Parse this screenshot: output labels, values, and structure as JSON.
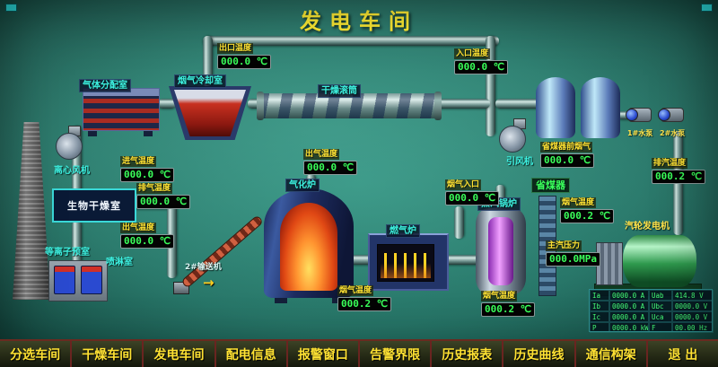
{
  "title": "发电车间",
  "labels": {
    "gas_distribution": "气体分配室",
    "cooling_room": "烟气冷却室",
    "drying_drum": "干燥滚筒",
    "centrifugal_fan": "离心风机",
    "bio_drying_room": "生物干燥室",
    "plasma_room": "等离子预室",
    "spray_room": "喷淋室",
    "conveyor": "2#输送机",
    "gasifier": "气化炉",
    "gas_furnace": "燃气炉",
    "steam_boiler": "蒸汽锅炉",
    "economizer": "省煤器",
    "draft_fan": "引风机",
    "turbine_generator": "汽轮发电机",
    "pump1": "1#水泵",
    "pump2": "2#水泵",
    "conveyor_arrow": "→"
  },
  "meters": {
    "outlet_temp": {
      "label": "出口温度",
      "value": "000.0 ℃"
    },
    "inlet_temp": {
      "label": "入口温度",
      "value": "000.0 ℃"
    },
    "eco_inlet_fluegas": {
      "label": "省煤器前烟气",
      "value": "000.0 ℃"
    },
    "intake_temp": {
      "label": "进气温度",
      "value": "000.0 ℃"
    },
    "exhaust_temp": {
      "label": "排气温度",
      "value": "000.0 ℃"
    },
    "outgas_temp_left": {
      "label": "出气温度",
      "value": "000.0 ℃"
    },
    "outgas_temp_gasifier": {
      "label": "出气温度",
      "value": "000.0 ℃"
    },
    "fluegas_inlet": {
      "label": "烟气入口",
      "value": "000.0 ℃"
    },
    "fluegas_temp_mid": {
      "label": "烟气温度",
      "value": "000.2 ℃"
    },
    "steam_exhaust_temp": {
      "label": "排汽温度",
      "value": "000.2 ℃"
    },
    "main_steam_pressure": {
      "label": "主汽压力",
      "value": "000.0MPa"
    },
    "fluegas_temp_bottom1": {
      "label": "烟气温度",
      "value": "000.2 ℃"
    },
    "fluegas_temp_bottom2": {
      "label": "烟气温度",
      "value": "000.2 ℃"
    }
  },
  "generator_table": {
    "rows": [
      [
        "Ia",
        "0000.0 A",
        "Uab",
        "414.8 V"
      ],
      [
        "Ib",
        "0000.0 A",
        "Ubc",
        "0000.0 V"
      ],
      [
        "Ic",
        "0000.0 A",
        "Uca",
        "0000.0 V"
      ],
      [
        "P",
        "0000.0 kW",
        "F",
        "00.00 Hz"
      ]
    ]
  },
  "menu": {
    "items": [
      "分选车间",
      "干燥车间",
      "发电车间",
      "配电信息",
      "报警窗口",
      "告警界限",
      "历史报表",
      "历史曲线",
      "通信构架",
      "退 出"
    ]
  }
}
